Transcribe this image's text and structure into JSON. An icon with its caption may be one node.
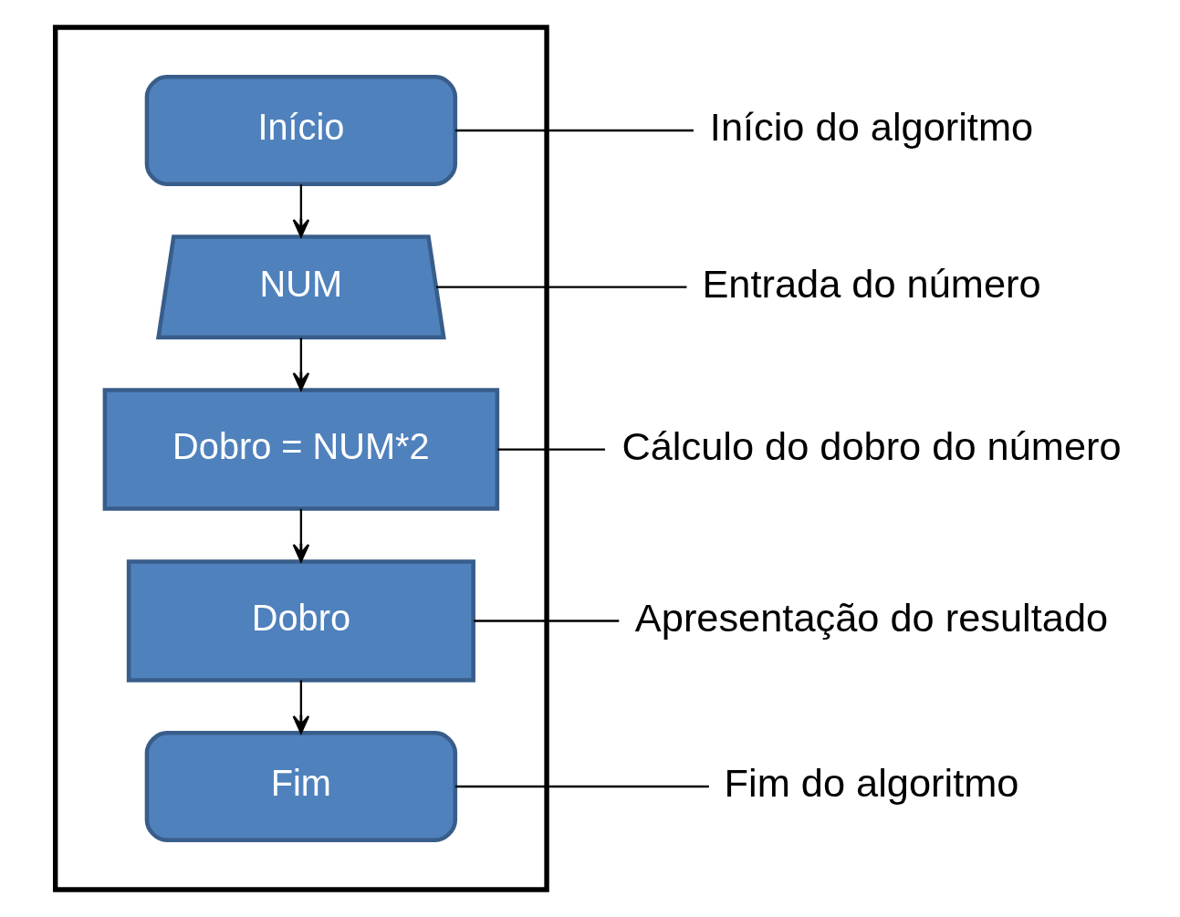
{
  "diagram": {
    "nodes": [
      {
        "text": [],
        "shape": "box"
      },
      {
        "text": [
          "Início"
        ],
        "in": 0
      },
      {
        "text": [
          "NUM"
        ],
        "in": 0
      },
      {
        "text": [
          "Dobro = NUM*2"
        ],
        "in": 0
      },
      {
        "text": [
          "Dobro"
        ],
        "in": 0
      },
      {
        "text": [
          "Fim"
        ],
        "in": 0
      },
      {
        "text": [
          "Início do algoritmo"
        ]
      },
      {
        "text": [
          "Entrada do número"
        ]
      },
      {
        "text": [
          "Cálculo do dobro do número"
        ]
      },
      {
        "text": [
          "Apresentação do resultado"
        ]
      },
      {
        "text": [
          "Fim do algoritmo"
        ]
      }
    ],
    "edges": [
      {
        "from": 1,
        "to": 2,
        "arrow": "to"
      },
      {
        "from": 2,
        "to": 3,
        "arrow": "to"
      },
      {
        "from": 3,
        "to": 4,
        "arrow": "to"
      },
      {
        "from": 4,
        "to": 5,
        "arrow": "to"
      },
      {
        "from": 6,
        "to": 1,
        "arrow": "none"
      },
      {
        "from": 7,
        "to": 2,
        "arrow": "none"
      },
      {
        "from": 8,
        "to": 3,
        "arrow": "none"
      },
      {
        "from": 9,
        "to": 4,
        "arrow": "none"
      },
      {
        "from": 10,
        "to": 5,
        "arrow": "none"
      }
    ]
  }
}
